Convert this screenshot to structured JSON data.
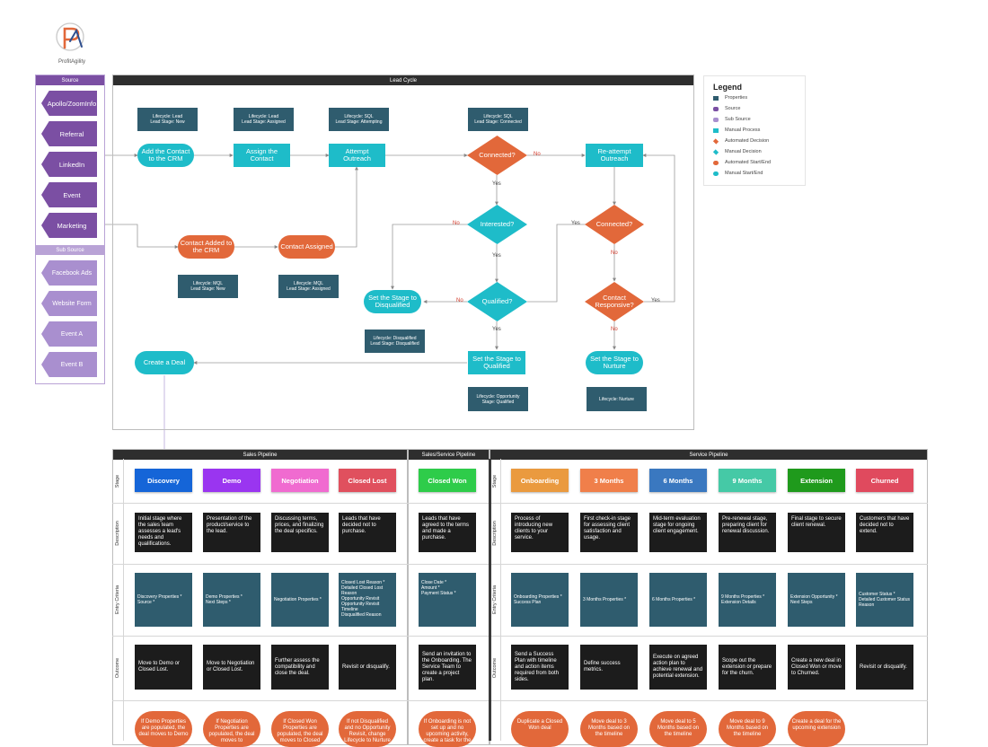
{
  "logo": {
    "name": "ProfitAgility",
    "monogram": "PA"
  },
  "source_panel": {
    "title": "Source",
    "items": [
      "Apollo/ZoomInfo",
      "Referral",
      "LinkedIn",
      "Event",
      "Marketing"
    ],
    "sub_title": "Sub Source",
    "sub_items": [
      "Facebook Ads",
      "Website Form",
      "Event A",
      "Event B"
    ]
  },
  "lead_cycle": {
    "title": "Lead Cycle",
    "props": {
      "p1": "Lifecycle: Lead\nLead Stage: New",
      "p2": "Lifecycle: Lead\nLead Stage: Assigned",
      "p3": "Lifecycle: SQL\nLead Stage: Attempting",
      "p4": "Lifecycle: SQL\nLead Stage: Connected",
      "p5": "Lifecycle: MQL\nLead Stage: New",
      "p6": "Lifecycle: MQL\nLead Stage: Assigned",
      "p7": "Lifecycle: Disqualified\nLead Stage: Disqualified",
      "p8": "Lifecycle: Opportunity\nStage: Qualified",
      "p9": "Lifecycle: Nurture"
    },
    "process": {
      "add_contact": "Add the Contact\nto the CRM",
      "assign_contact": "Assign the\nContact",
      "attempt_outreach": "Attempt\nOutreach",
      "reattempt_outreach": "Re-attempt\nOutreach",
      "set_disqualified": "Set the Stage to\nDisqualified",
      "set_qualified": "Set the Stage to\nQualified",
      "set_nurture": "Set the Stage to\nNurture",
      "create_deal": "Create a Deal"
    },
    "automated": {
      "contact_added": "Contact Added to\nthe CRM",
      "contact_assigned": "Contact Assigned"
    },
    "decisions": {
      "connected1": "Connected?",
      "interested": "Interested?",
      "qualified": "Qualified?",
      "connected2": "Connected?",
      "responsive": "Contact\nResponsive?"
    },
    "labels": {
      "yes": "Yes",
      "no": "No"
    }
  },
  "legend": {
    "title": "Legend",
    "items": [
      {
        "label": "Properties",
        "color": "#2f5c6e"
      },
      {
        "label": "Source",
        "color": "#7b4fa3"
      },
      {
        "label": "Sub Source",
        "color": "#a98fcf"
      },
      {
        "label": "Manual Process",
        "color": "#1ebcc9"
      },
      {
        "label": "Automated Decision",
        "color": "#e2683a"
      },
      {
        "label": "Manual Decision",
        "color": "#1ebcc9"
      },
      {
        "label": "Automated Start/End",
        "color": "#e2683a"
      },
      {
        "label": "Manual Start/End",
        "color": "#1ebcc9"
      }
    ]
  },
  "pipelines": {
    "sales_title": "Sales Pipeline",
    "sales_service_title": "Sales/Service Pipeline",
    "service_title": "Service Pipeline",
    "row_labels": [
      "Stage",
      "Description",
      "Entry Criteria",
      "Outcome"
    ],
    "stages": [
      {
        "name": "Discovery",
        "color": "#1565d8",
        "description": "Initial stage where the sales team assesses a lead's needs and qualifications.",
        "entry": "Discovery Properties *\nSource *",
        "outcome": "Move to Demo or Closed Lost.",
        "auto": "If Demo Properties are populated, the deal moves to Demo"
      },
      {
        "name": "Demo",
        "color": "#9a35f0",
        "description": "Presentation of the product/service to the lead.",
        "entry": "Demo Properties *\nNext Steps *",
        "outcome": "Move to Negotiation or Closed Lost.",
        "auto": "If Negotiation Properties are populated, the deal moves to"
      },
      {
        "name": "Negotiation",
        "color": "#f06bd0",
        "description": "Discussing terms, prices, and finalizing the deal specifics.",
        "entry": "Negotiation Properties *",
        "outcome": "Further assess the compatibility and close the deal.",
        "auto": "If Closed Won Properties are populated, the deal moves to Closed"
      },
      {
        "name": "Closed Lost",
        "color": "#e0505e",
        "description": "Leads that have decided not to purchase.",
        "entry": "Closed Lost Reason *\nDetailed Closed Lost Reason\nOpportunity Revisit Opportunity Revisit Timeline\nDisqualified Reason",
        "outcome": "Revisit or disqualify.",
        "auto": "If not Disqualified and no Opportunity Revisit, change Lifecycle to Nurture"
      },
      {
        "name": "Closed Won",
        "color": "#2ecc4a",
        "description": "Leads that have agreed to the terms and made a purchase.",
        "entry": "Close Date *\nAmount *\nPayment Status *",
        "outcome": "Send an invitation to the Onboarding. The Service Team to create a project plan.",
        "auto": "If Onboarding is not set up and no upcoming activity, create a task for the"
      },
      {
        "name": "Onboarding",
        "color": "#ea9a3f",
        "description": "Process of introducing new clients to your service.",
        "entry": "Onboarding Properties *\nSuccess Plan",
        "outcome": "Send a Success Plan with timeline and action items required from both sides.",
        "auto": "Duplicate a Closed Won deal"
      },
      {
        "name": "3 Months",
        "color": "#f07f4a",
        "description": "First check-in stage for assessing client satisfaction and usage.",
        "entry": "3 Months Properties *",
        "outcome": "Define success metrics.",
        "auto": "Move deal to 3 Months based on the timeline"
      },
      {
        "name": "6 Months",
        "color": "#3a78c0",
        "description": "Mid-term evaluation stage for ongoing client engagement.",
        "entry": "6 Months Properties *",
        "outcome": "Execute on agreed action plan to achieve renewal and potential extension.",
        "auto": "Move deal to 5 Months based on the timeline"
      },
      {
        "name": "9 Months",
        "color": "#45c9a6",
        "description": "Pre-renewal stage, preparing client for renewal discussion.",
        "entry": "9 Months Properties *\nExtension Details",
        "outcome": "Scope out the extension or prepare for the churn.",
        "auto": "Move deal to 9 Months based on the timeline"
      },
      {
        "name": "Extension",
        "color": "#1f9a1c",
        "description": "Final stage to secure client renewal.",
        "entry": "Extension Opportunity *\nNext Steps",
        "outcome": "Create a new deal in Closed Won or move to Churned.",
        "auto": "Create a deal for the upcoming extension"
      },
      {
        "name": "Churned",
        "color": "#e04a5e",
        "description": "Customers that have decided not to extend.",
        "entry": "Customer Status *\nDetailed Customer Status Reason",
        "outcome": "Revisit or disqualify.",
        "auto": ""
      }
    ]
  }
}
